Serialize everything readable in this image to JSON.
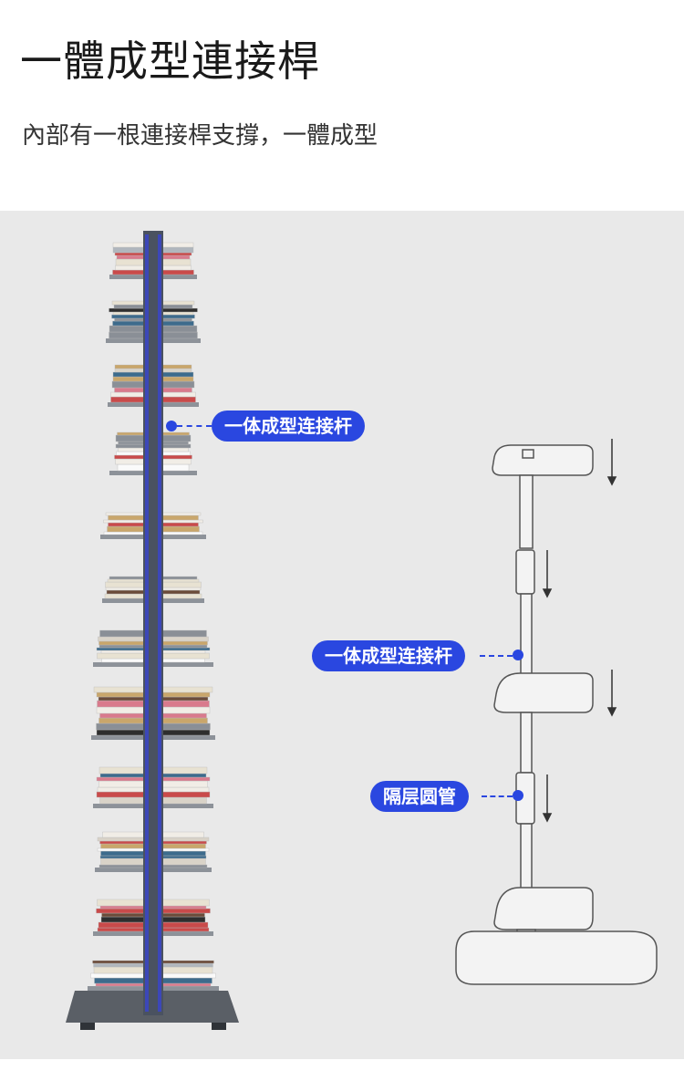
{
  "header": {
    "title": "一體成型連接桿",
    "subtitle": "內部有一根連接桿支撐，一體成型"
  },
  "callouts": {
    "left_rod_label": "一体成型连接杆",
    "right_rod_label": "一体成型连接杆",
    "tube_label": "隔层圆管"
  },
  "colors": {
    "accent": "#2a47e0",
    "panel_background": "#e9e9e9",
    "rod_color": "#4a5260"
  }
}
